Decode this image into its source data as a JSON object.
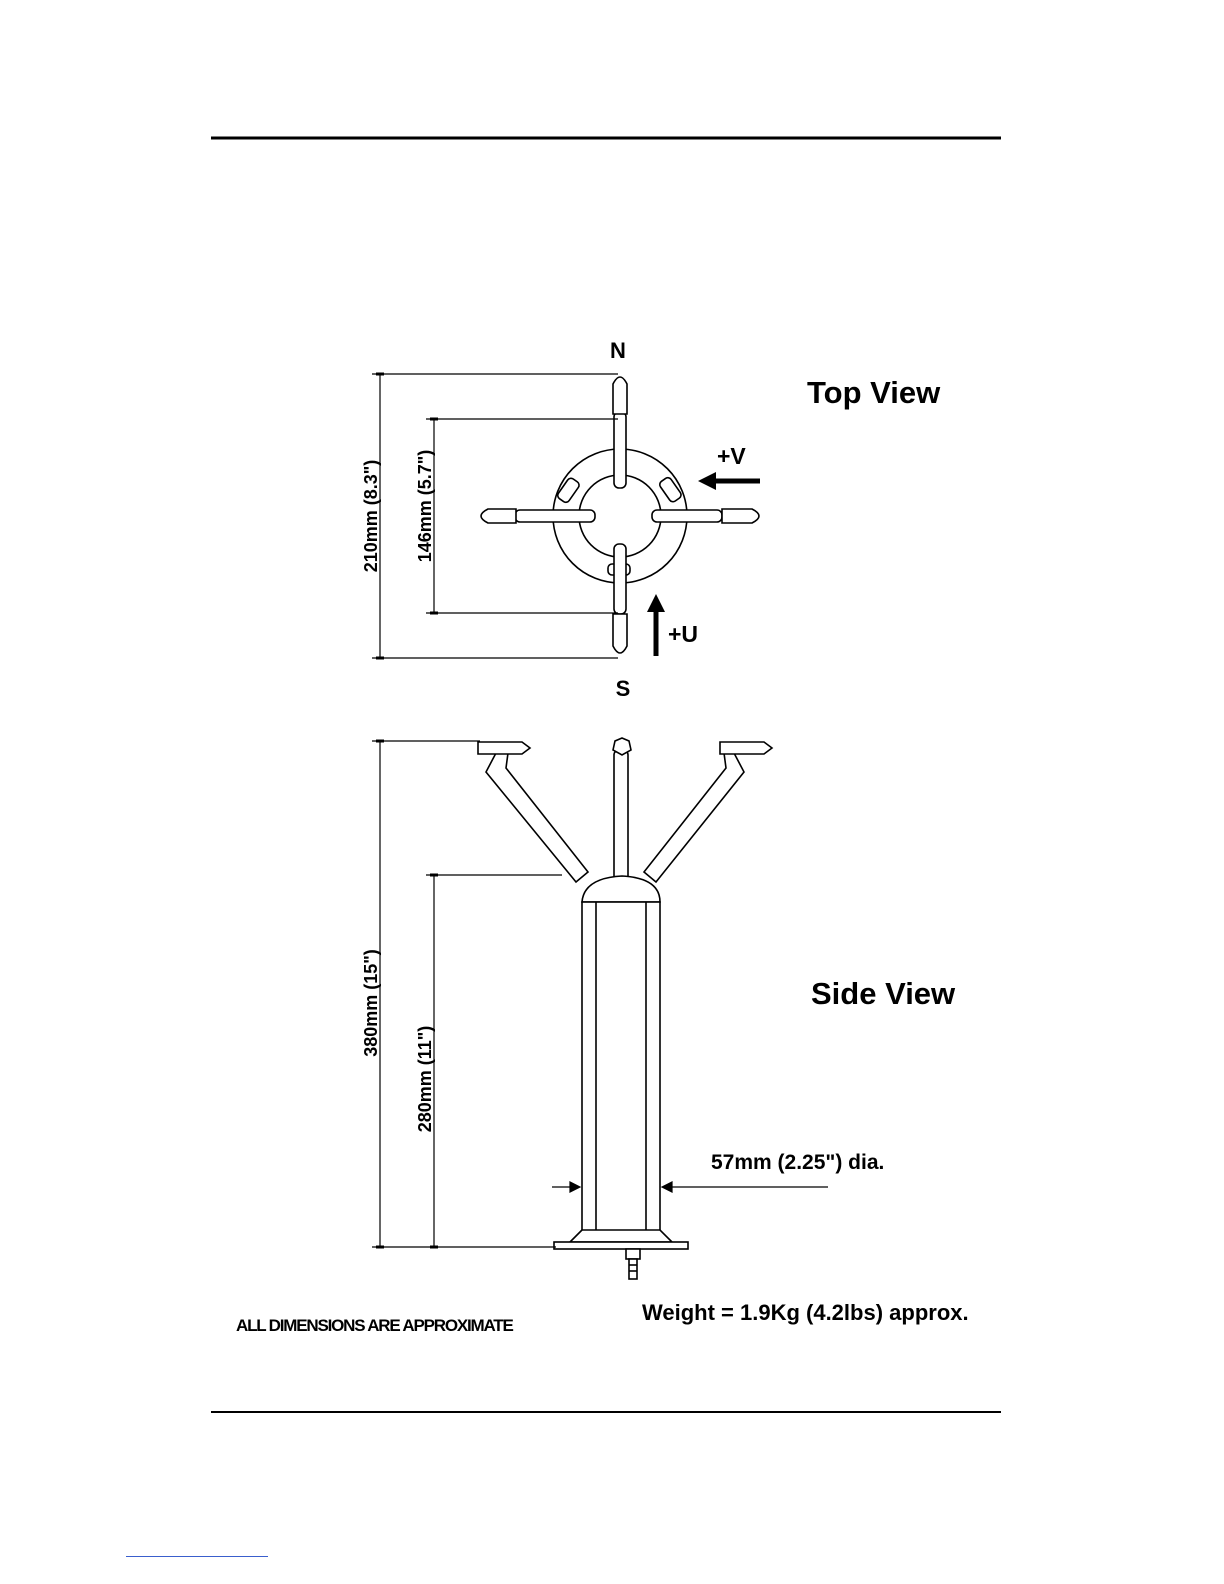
{
  "compass": {
    "north": "N",
    "south": "S"
  },
  "views": {
    "top": "Top View",
    "side": "Side View"
  },
  "axes": {
    "v": "+V",
    "u": "+U"
  },
  "dimensions": {
    "overall_width": "210mm (8.3\")",
    "transducer_span": "146mm (5.7\")",
    "overall_height": "380mm (15\")",
    "body_height": "280mm (11\")",
    "diameter": "57mm (2.25\") dia."
  },
  "notes": {
    "approximate": "ALL DIMENSIONS ARE APPROXIMATE",
    "weight": "Weight = 1.9Kg (4.2lbs) approx."
  }
}
